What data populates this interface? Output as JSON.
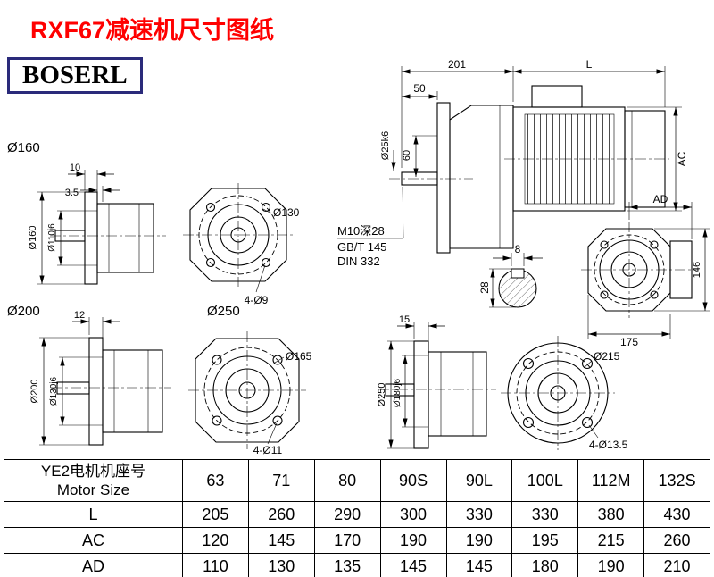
{
  "header": {
    "title": "RXF67减速机尺寸图纸",
    "logo": "BOSERL"
  },
  "colors": {
    "title_red": "#ff0000",
    "logo_border_navy": "#2a2a7a",
    "line_black": "#000000"
  },
  "drawing": {
    "group_labels": {
      "flange160": "Ø160",
      "flange200": "Ø200",
      "flange250": "Ø250"
    },
    "assembly": {
      "len_gear": "201",
      "len_motor": "L",
      "shaft_len": "50",
      "shaft_dia": "Ø25k6",
      "hub_dia": "60",
      "motor_ac": "AC"
    },
    "thread": {
      "tap": "M10深28",
      "std1": "GB/T 145",
      "std2": "DIN 332"
    },
    "key": {
      "width": "8",
      "depth": "28"
    },
    "right_view": {
      "ad": "AD",
      "h": "146",
      "w": "175"
    },
    "v160side": {
      "t1": "10",
      "t2": "3.5",
      "od": "Ø160",
      "spigot": "Ø110j6"
    },
    "v160front": {
      "bolt_circle": "Ø130",
      "holes": "4-Ø9"
    },
    "v200side": {
      "t1": "12",
      "od": "Ø200",
      "spigot": "Ø130j6"
    },
    "v250front1": {
      "bolt_circle": "Ø165",
      "holes": "4-Ø11"
    },
    "v250side": {
      "t1": "15",
      "od": "Ø250",
      "spigot": "Ø180j6"
    },
    "v250front2": {
      "bolt_circle": "Ø215",
      "holes": "4-Ø13.5"
    }
  },
  "table": {
    "header": {
      "line1": "YE2电机机座号",
      "line2": "Motor Size"
    },
    "columns": [
      "63",
      "71",
      "80",
      "90S",
      "90L",
      "100L",
      "112M",
      "132S"
    ],
    "rows": [
      {
        "label": "L",
        "values": [
          "205",
          "260",
          "290",
          "300",
          "330",
          "330",
          "380",
          "430"
        ]
      },
      {
        "label": "AC",
        "values": [
          "120",
          "145",
          "170",
          "190",
          "190",
          "195",
          "215",
          "260"
        ]
      },
      {
        "label": "AD",
        "values": [
          "110",
          "130",
          "135",
          "145",
          "145",
          "180",
          "190",
          "210"
        ]
      }
    ]
  }
}
